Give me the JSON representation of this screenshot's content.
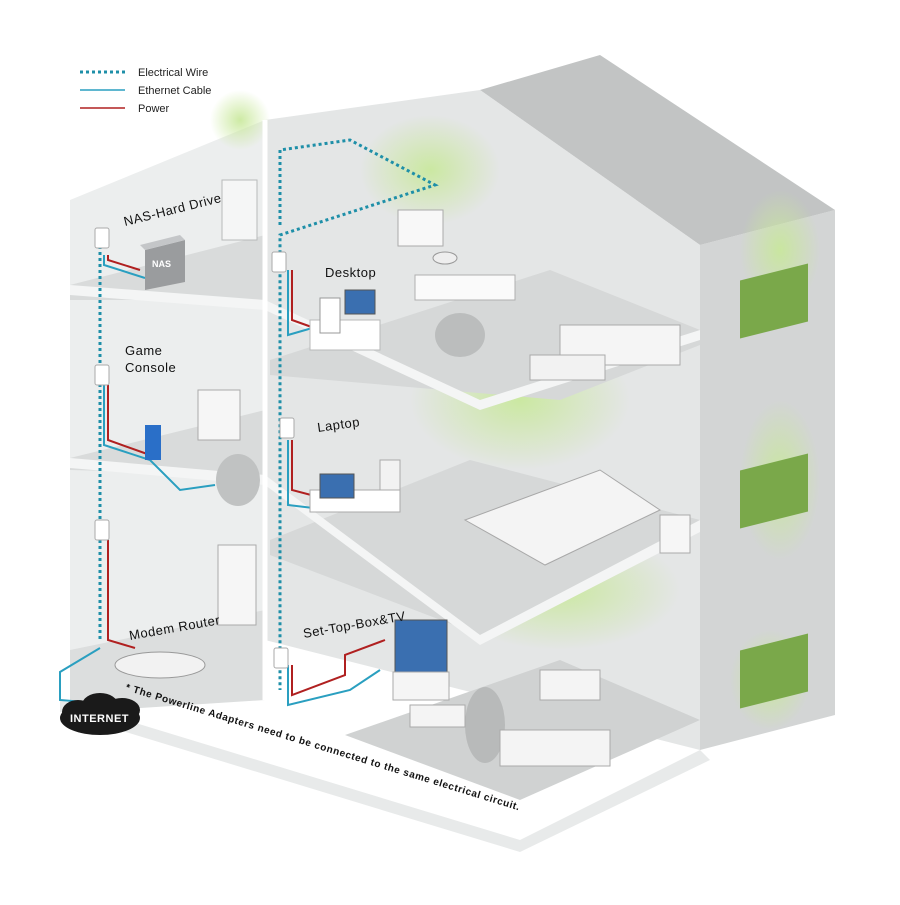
{
  "legend": {
    "items": [
      {
        "label": "Electrical Wire",
        "style": "dotted",
        "color": "#1e8fa8"
      },
      {
        "label": "Ethernet Cable",
        "style": "solid",
        "color": "#2a9fc0"
      },
      {
        "label": "Power",
        "style": "solid",
        "color": "#b02020"
      }
    ]
  },
  "rooms": {
    "nas": "NAS-Hard Drive",
    "nas_box": "NAS",
    "desktop": "Desktop",
    "game_line1": "Game",
    "game_line2": "Console",
    "laptop": "Laptop",
    "modem": "Modem Router",
    "settop": "Set-Top-Box&TV"
  },
  "internet": "INTERNET",
  "footnote": "* The Powerline Adapters need to be connected to the same electrical circuit.",
  "colors": {
    "wall": "#e9ebeb",
    "floor": "#d6d8d8",
    "roof": "#c7c9c9",
    "side": "#d3d5d5",
    "glow": "#c8e89a",
    "window": "#7aa84a"
  }
}
